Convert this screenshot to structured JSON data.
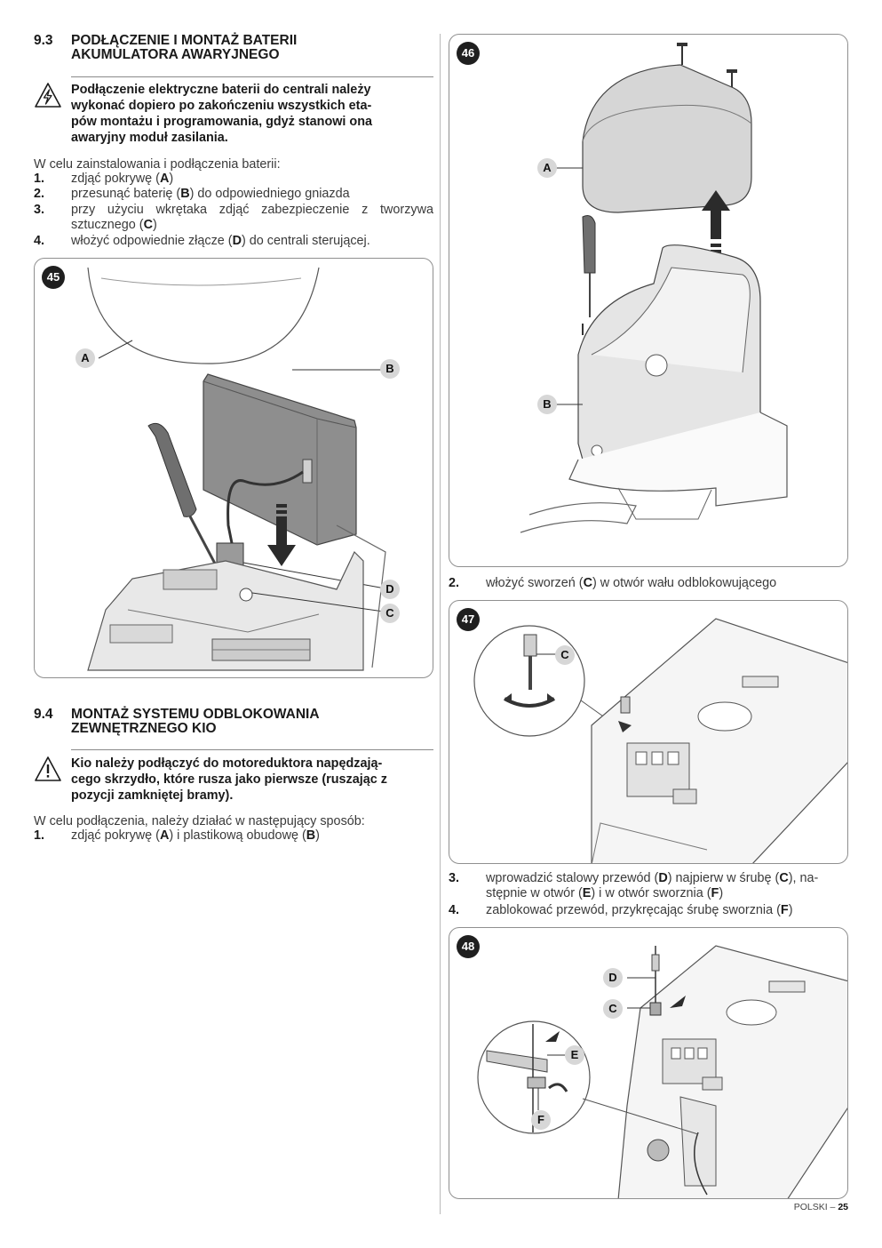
{
  "section_93": {
    "number": "9.3",
    "title_line1": "PODŁĄCZENIE I MONTAŻ BATERII",
    "title_line2": "AKUMULATORA AWARYJNEGO",
    "warning_lines": [
      "Podłączenie elektryczne baterii do centrali należy",
      "wykonać dopiero po zakończeniu wszystkich eta-",
      "pów montażu i programowania, gdyż stanowi ona",
      "awaryjny moduł zasilania."
    ],
    "intro": "W celu zainstalowania i podłączenia baterii:",
    "steps": [
      {
        "num": "1.",
        "pre": "zdjąć pokrywę (",
        "key": "A",
        "post": ")"
      },
      {
        "num": "2.",
        "pre": "przesunąć baterię (",
        "key": "B",
        "post": ") do odpowiedniego gniazda"
      },
      {
        "num": "3.",
        "pre": "przy użyciu wkrętaka zdjąć zabezpieczenie z tworzywa sztucznego (",
        "key": "C",
        "post": ")"
      },
      {
        "num": "4.",
        "pre": "włożyć odpowiednie złącze (",
        "key": "D",
        "post": ") do centrali sterującej."
      }
    ]
  },
  "figure_45": {
    "badge": "45",
    "labels": [
      "A",
      "B",
      "D",
      "C"
    ]
  },
  "section_94": {
    "number": "9.4",
    "title_line1": "MONTAŻ SYSTEMU ODBLOKOWANIA",
    "title_line2": "ZEWNĘTRZNEGO KIO",
    "warning_lines": [
      "Kio należy podłączyć do motoreduktora napędzają-",
      "cego skrzydło, które rusza jako pierwsze (ruszając z",
      "pozycji zamkniętej bramy)."
    ],
    "intro": "W celu podłączenia, należy działać w następujący sposób:",
    "step1": {
      "num": "1.",
      "t1": "zdjąć pokrywę (",
      "k1": "A",
      "t2": ") i plastikową obudowę (",
      "k2": "B",
      "t3": ")"
    }
  },
  "figure_46": {
    "badge": "46",
    "labels": [
      "A",
      "B"
    ]
  },
  "step_2": {
    "num": "2.",
    "t1": "włożyć sworzeń (",
    "k1": "C",
    "t2": ") w otwór wału odblokowującego"
  },
  "figure_47": {
    "badge": "47",
    "labels": [
      "C"
    ]
  },
  "step_3": {
    "num": "3.",
    "t1": "wprowadzić stalowy przewód (",
    "k1": "D",
    "t2": ") najpierw w śrubę (",
    "k2": "C",
    "t3": "), na-",
    "line2_t1": "stępnie w otwór (",
    "line2_k1": "E",
    "line2_t2": ") i w otwór sworznia (",
    "line2_k2": "F",
    "line2_t3": ")"
  },
  "step_4": {
    "num": "4.",
    "t1": "zablokować przewód, przykręcając śrubę sworznia (",
    "k1": "F",
    "t2": ")"
  },
  "figure_48": {
    "badge": "48",
    "labels": [
      "D",
      "C",
      "E",
      "F"
    ]
  },
  "footer": {
    "language": "POLSKI – ",
    "page": "25"
  }
}
